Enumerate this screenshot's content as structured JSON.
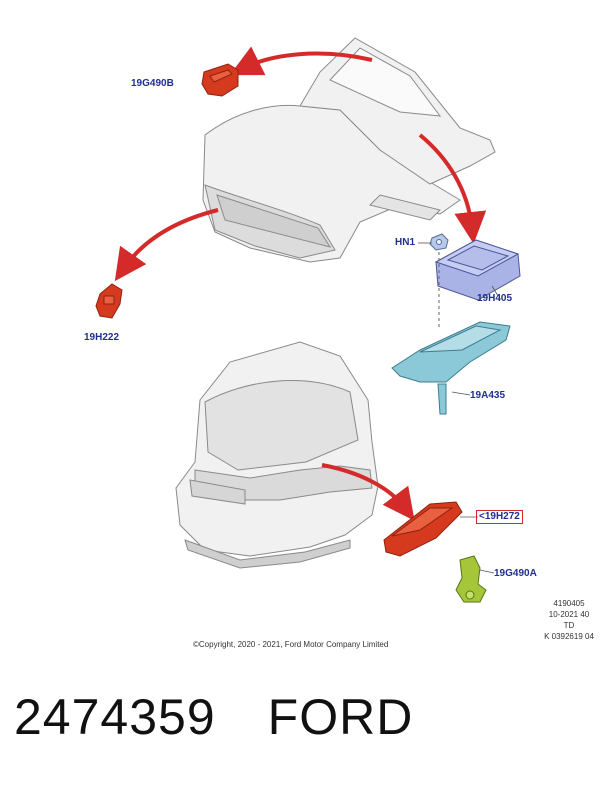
{
  "callouts": {
    "c19g490b": "19G490B",
    "hn1": "HN1",
    "c19h405": "19H405",
    "c19h222": "19H222",
    "c19a435": "19A435",
    "c19h272": "<19H272",
    "c19g490a": "19G490A"
  },
  "meta": {
    "line1": "4190405",
    "line2": "10-2021 40",
    "line3": "TD",
    "line4": "K 0392619 04"
  },
  "copyright": "©Copyright, 2020 - 2021, Ford Motor Company Limited",
  "caption": {
    "part_number": "2474359",
    "brand": "FORD"
  },
  "colors": {
    "accent_red": "#d63a1e",
    "module_blue": "#a9b3e6",
    "bracket_teal": "#8cc9d8",
    "sensor_green": "#a6c63a",
    "label_blue": "#1f2f8f"
  }
}
